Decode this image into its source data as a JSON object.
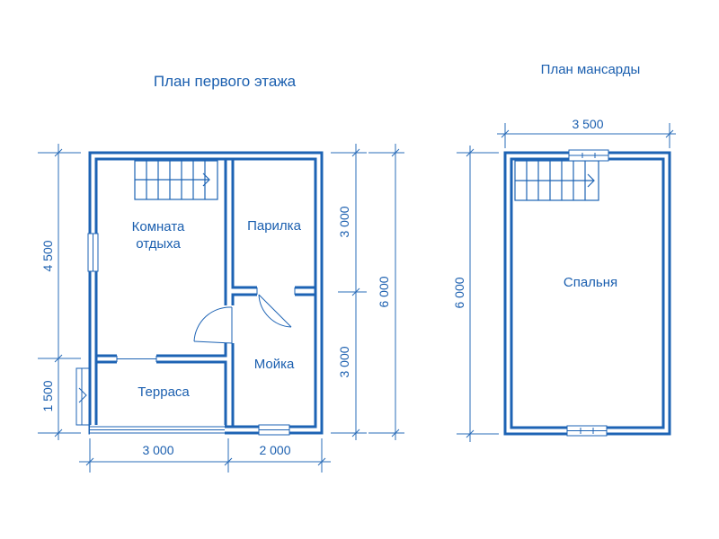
{
  "ground_floor": {
    "title": "План первого этажа",
    "rooms": {
      "rest_room_line1": "Комната",
      "rest_room_line2": "отдыха",
      "steam_room": "Парилка",
      "wash_room": "Мойка",
      "terrace": "Терраса"
    },
    "dimensions": {
      "bottom_left": "3 000",
      "bottom_right": "2 000",
      "left_upper": "4 500",
      "left_lower": "1 500",
      "right_upper": "3 000",
      "right_lower": "3 000",
      "right_total": "6 000"
    }
  },
  "attic": {
    "title": "План мансарды",
    "rooms": {
      "bedroom": "Спальня"
    },
    "dimensions": {
      "top": "3 500",
      "left": "6 000"
    }
  },
  "colors": {
    "line": "#1d63b4",
    "text": "#1b5faf",
    "background": "#ffffff"
  }
}
